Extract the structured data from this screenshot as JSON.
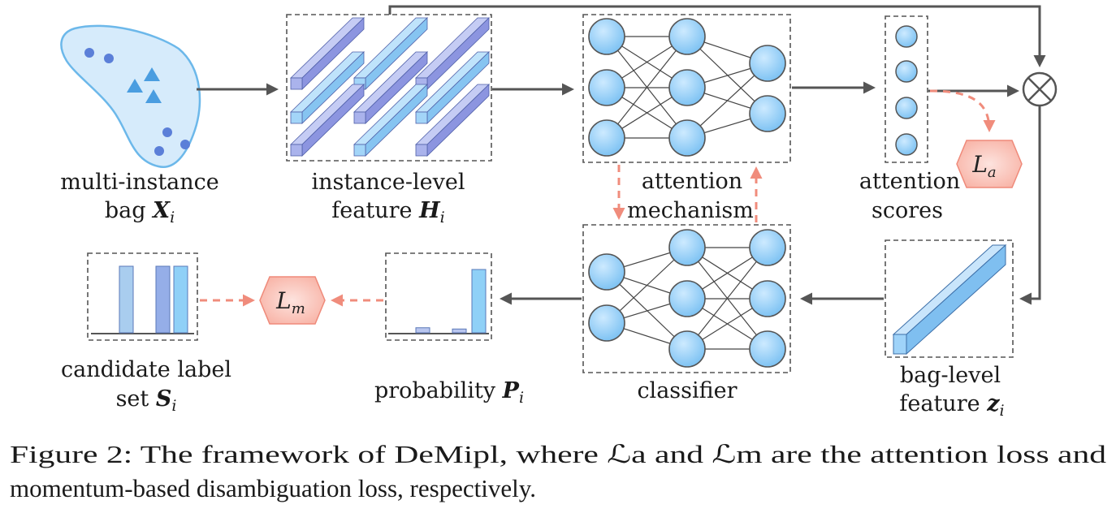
{
  "labels": {
    "bag_line1": "multi-instance",
    "bag_line2": "bag",
    "bag_sym": "X",
    "bag_sub": "i",
    "inst_line1": "instance-level",
    "inst_line2": "feature",
    "inst_sym": "H",
    "inst_sub": "i",
    "att_mech_line1": "attention",
    "att_mech_line2": "mechanism",
    "att_scores_line1": "attention",
    "att_scores_line2": "scores",
    "bagfeat_line1": "bag-level",
    "bagfeat_line2": "feature",
    "bagfeat_sym": "z",
    "bagfeat_sub": "i",
    "classifier": "classifier",
    "prob": "probability",
    "prob_sym": "P",
    "prob_sub": "i",
    "cand_line1": "candidate label",
    "cand_line2": "set",
    "cand_sym": "S",
    "cand_sub": "i"
  },
  "losses": {
    "attention": {
      "symbol": "L",
      "sub": "a"
    },
    "momentum": {
      "symbol": "L",
      "sub": "m"
    }
  },
  "caption": {
    "line1": "Figure 2: The framework of DeMipl, where ℒa and ℒm are the attention loss and",
    "line2": "momentum-based disambiguation loss, respectively."
  },
  "colors": {
    "arrow": "#555555",
    "loss_arrow": "#f08c7c",
    "loss_fill": "#fbd0c8",
    "loss_stroke": "#ef8a7a",
    "node_fill": "#9fd3f9",
    "bag_fill": "#d6ebfb",
    "bag_stroke": "#6cb8ea",
    "dot": "#5b7fd8"
  },
  "icons": [
    "multiply-circle-icon",
    "hexagon-loss-icon",
    "arrow-icon"
  ],
  "probability_bars": [
    0.08,
    0.06,
    1.0
  ],
  "candidate_bars": [
    1.0,
    0.0,
    1.0,
    1.0
  ]
}
